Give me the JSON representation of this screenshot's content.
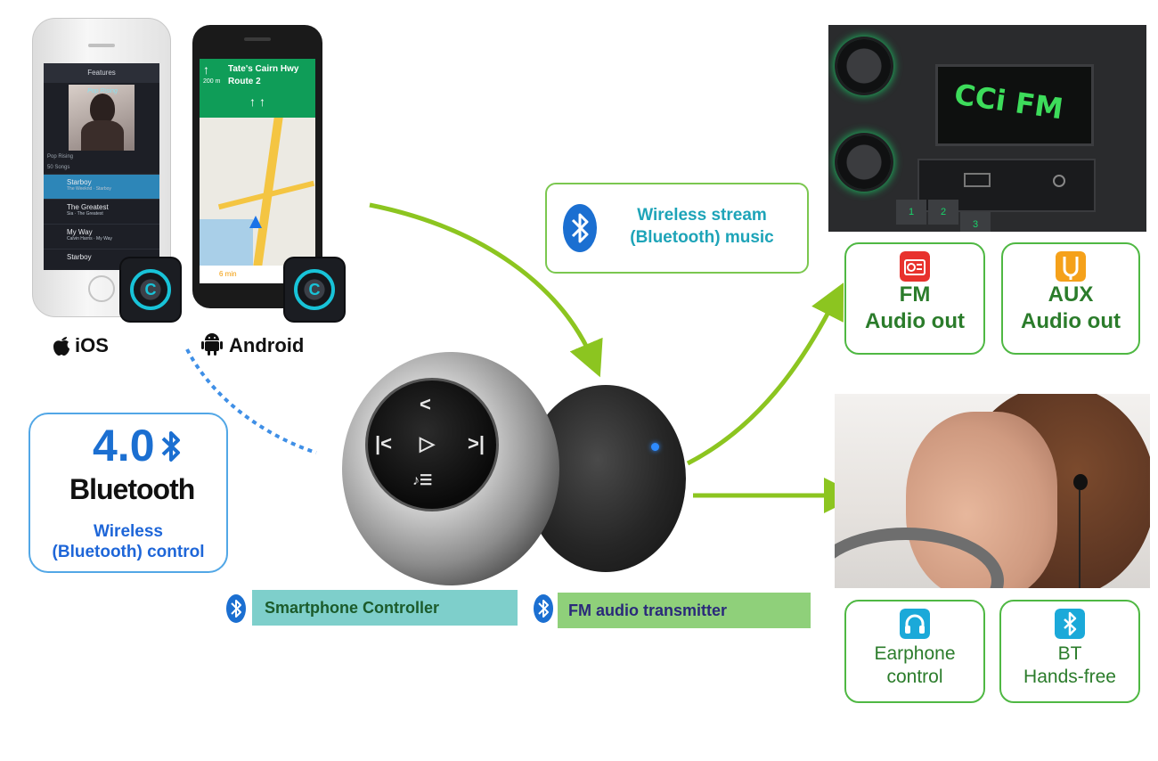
{
  "phones": {
    "ios": {
      "label": "iOS",
      "screen": {
        "header": "Features",
        "album_text": "Pop Rising",
        "section": "Pop Rising",
        "list_heading": "50 Songs",
        "songs": [
          {
            "title": "Starboy",
            "sub": "The Weeknd · Starboy"
          },
          {
            "title": "The Greatest",
            "sub": "Sia · The Greatest"
          },
          {
            "title": "My Way",
            "sub": "Calvin Harris · My Way"
          },
          {
            "title": "Starboy",
            "sub": ""
          }
        ]
      }
    },
    "android": {
      "label": "Android",
      "screen": {
        "nav_line1": "Tate's Cairn Hwy",
        "nav_line2": "Route 2",
        "distance": "200 m",
        "eta": "6 min"
      }
    },
    "app_icon_letter": "C"
  },
  "bluetooth_box": {
    "version": "4.0",
    "brand": "Bluetooth",
    "description_line1": "Wireless",
    "description_line2": "(Bluetooth) control"
  },
  "stream_box": {
    "line1": "Wireless stream",
    "line2": "(Bluetooth) music"
  },
  "device_labels": {
    "controller": "Smartphone Controller",
    "transmitter": "FM audio transmitter"
  },
  "radio": {
    "display_text": "CCi FM",
    "preset_buttons": [
      "1",
      "2",
      "3"
    ]
  },
  "outputs": [
    {
      "id": "fm",
      "line1": "FM",
      "line2": "Audio out",
      "icon": "radio-icon",
      "icon_color": "#e8322d"
    },
    {
      "id": "aux",
      "line1": "AUX",
      "line2": "Audio out",
      "icon": "aux-plug-icon",
      "icon_color": "#f5a11a"
    },
    {
      "id": "earphone",
      "line1": "Earphone",
      "line2": "control",
      "icon": "headphones-icon",
      "icon_color": "#1ba9d9"
    },
    {
      "id": "bt",
      "line1": "BT",
      "line2": "Hands-free",
      "icon": "bluetooth-icon",
      "icon_color": "#1ba9d9"
    }
  ],
  "colors": {
    "arrow_green": "#8cc520",
    "dotted_blue": "#3f8fe6",
    "bluetooth_blue": "#1b6fd1",
    "box_green": "#4fb843"
  }
}
